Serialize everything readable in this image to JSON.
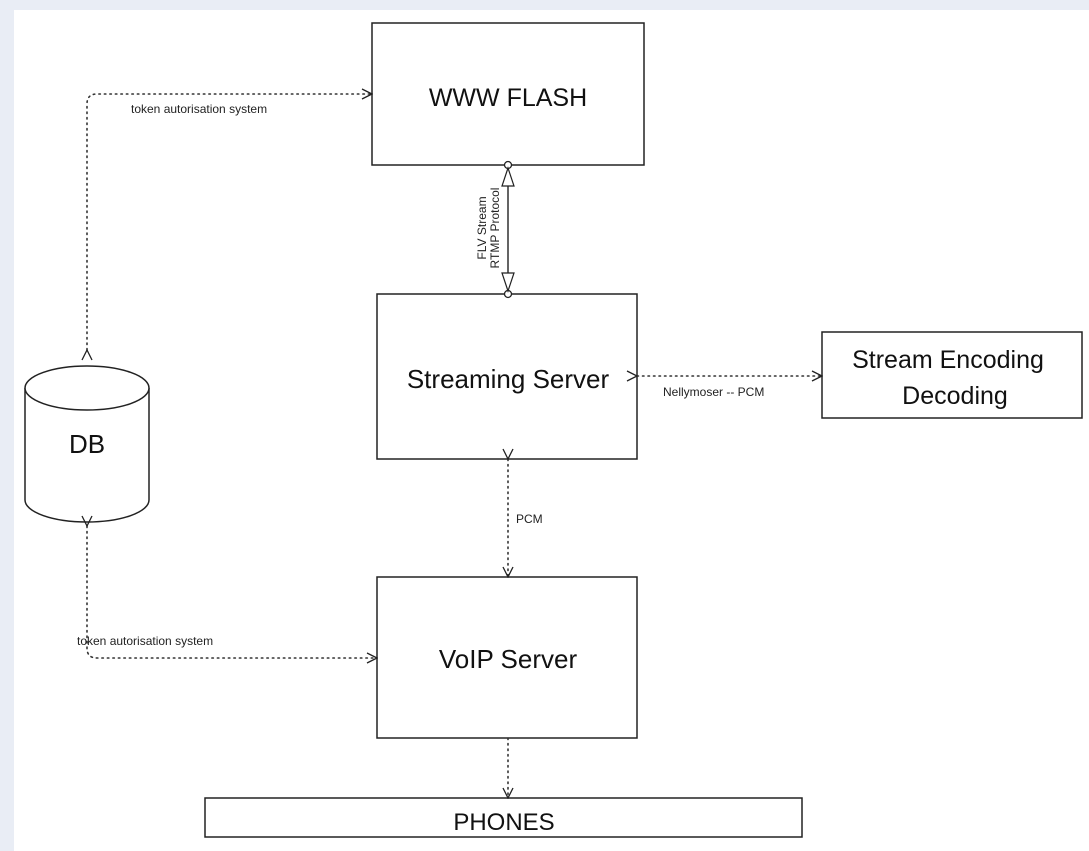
{
  "nodes": {
    "www_flash": "WWW FLASH",
    "streaming_server": "Streaming Server",
    "stream_encoding_line1": "Stream Encoding",
    "stream_encoding_line2": "Decoding",
    "db": "DB",
    "voip_server": "VoIP Server",
    "phones": "PHONES"
  },
  "edges": {
    "db_to_www": "token autorisation system",
    "db_to_voip": "token autorisation system",
    "flv_stream": "FLV Stream",
    "rtmp_protocol": "RTMP Protocol",
    "nellymoser": "Nellymoser -- PCM",
    "pcm": "PCM"
  }
}
